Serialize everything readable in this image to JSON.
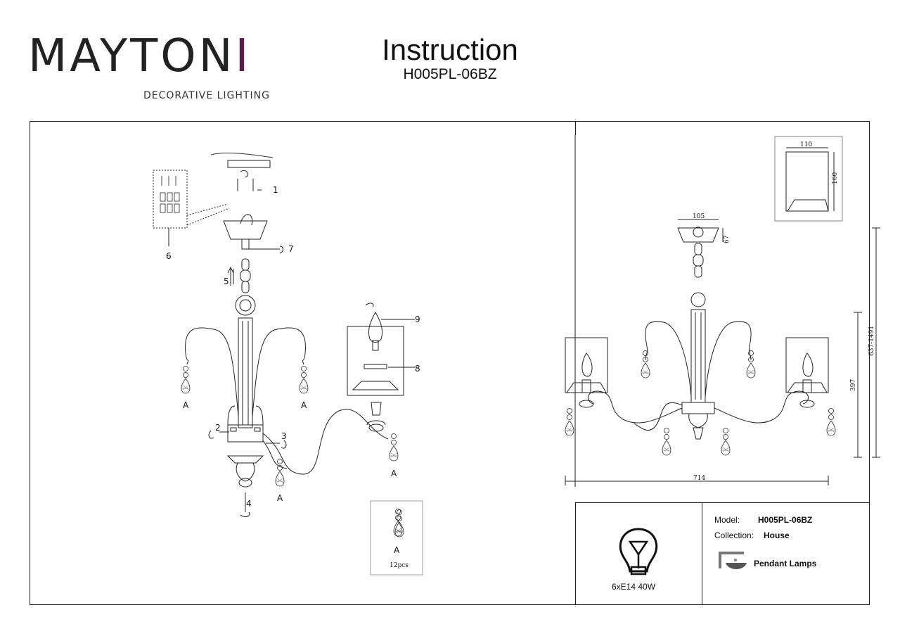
{
  "header": {
    "brand_name": "MAYTONI",
    "brand_tagline": "DECORATIVE LIGHTING",
    "title": "Instruction",
    "model_code": "H005PL-06BZ"
  },
  "assembly": {
    "callouts": [
      "1",
      "2",
      "3",
      "4",
      "5",
      "6",
      "7",
      "8",
      "9"
    ],
    "crystal_label": "A",
    "crystal_box": {
      "label": "A",
      "quantity": "12pcs"
    }
  },
  "dimensions": {
    "shade_width": "110",
    "shade_height": "160",
    "canopy_width": "105",
    "canopy_height": "67",
    "body_height": "397",
    "total_height": "637-1491",
    "total_width": "714"
  },
  "info": {
    "model_label": "Model:",
    "model_value": "H005PL-06BZ",
    "collection_label": "Collection:",
    "collection_value": "House",
    "bulb_spec": "6xE14 40W",
    "type_label": "Pendant Lamps"
  },
  "colors": {
    "brand_accent": "#5b1a4a",
    "line": "#1a1a1a"
  }
}
